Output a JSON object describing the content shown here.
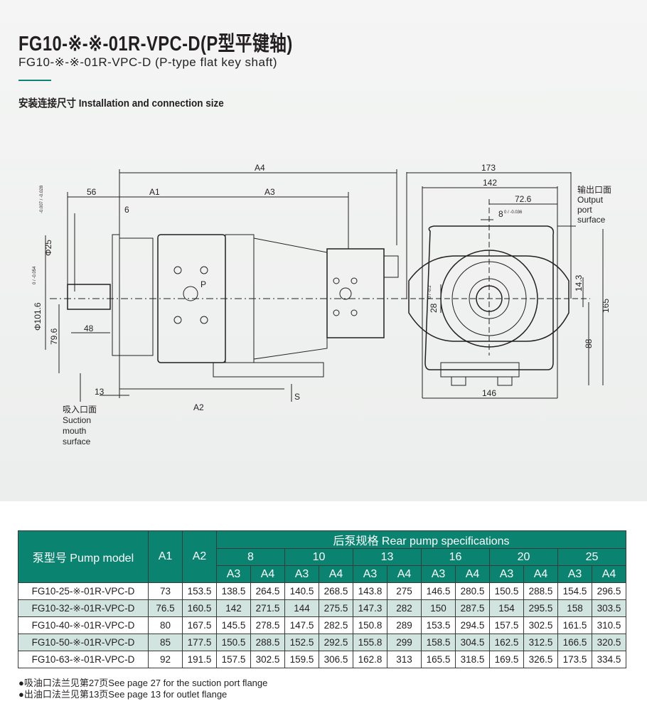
{
  "header": {
    "title": "FG10-※-※-01R-VPC-D(P型平键轴)",
    "subtitle": "FG10-※-※-01R-VPC-D (P-type flat key shaft)",
    "section": "安装连接尺寸 Installation and connection size"
  },
  "drawing": {
    "side": {
      "A4": "A4",
      "A1": "A1",
      "A3": "A3",
      "d56": "56",
      "d6": "6",
      "phi25": "Φ25",
      "phi25_tol": "-0.007 / -0.028",
      "phi101": "Φ101.6",
      "phi101_tol": "0 / -0.054",
      "d48": "48",
      "d79": "79.6",
      "d13": "13",
      "A2": "A2",
      "S": "S",
      "port_label": "P",
      "suction": [
        "吸入口面",
        "Suction",
        "mouth",
        "surface"
      ]
    },
    "front": {
      "d173": "173",
      "d142": "142",
      "d72": "72.6",
      "d8": "8",
      "d8_tol": "0 / -0.036",
      "d28": "28",
      "d28_tol": "0 / -0.2",
      "d14": "14.3",
      "d165": "165",
      "d88": "88",
      "d146": "146",
      "output": [
        "输出口面",
        "Output",
        "port",
        "surface"
      ]
    }
  },
  "table": {
    "model_header": "泵型号 Pump model",
    "a1": "A1",
    "a2": "A2",
    "rear": "后泵规格 Rear pump specifications",
    "sizes": [
      "8",
      "10",
      "13",
      "16",
      "20",
      "25"
    ],
    "a3": "A3",
    "a4": "A4",
    "rows": [
      [
        "FG10-25-※-01R-VPC-D",
        "73",
        "153.5",
        "138.5",
        "264.5",
        "140.5",
        "268.5",
        "143.8",
        "275",
        "146.5",
        "280.5",
        "150.5",
        "288.5",
        "154.5",
        "296.5"
      ],
      [
        "FG10-32-※-01R-VPC-D",
        "76.5",
        "160.5",
        "142",
        "271.5",
        "144",
        "275.5",
        "147.3",
        "282",
        "150",
        "287.5",
        "154",
        "295.5",
        "158",
        "303.5"
      ],
      [
        "FG10-40-※-01R-VPC-D",
        "80",
        "167.5",
        "145.5",
        "278.5",
        "147.5",
        "282.5",
        "150.8",
        "289",
        "153.5",
        "294.5",
        "157.5",
        "302.5",
        "161.5",
        "310.5"
      ],
      [
        "FG10-50-※-01R-VPC-D",
        "85",
        "177.5",
        "150.5",
        "288.5",
        "152.5",
        "292.5",
        "155.8",
        "299",
        "158.5",
        "304.5",
        "162.5",
        "312.5",
        "166.5",
        "320.5"
      ],
      [
        "FG10-63-※-01R-VPC-D",
        "92",
        "191.5",
        "157.5",
        "302.5",
        "159.5",
        "306.5",
        "162.8",
        "313",
        "165.5",
        "318.5",
        "169.5",
        "326.5",
        "173.5",
        "334.5"
      ]
    ]
  },
  "notes": [
    "●吸油口法兰见第27页See page 27 for the suction port flange",
    "●出油口法兰见第13页See page 13 for outlet flange"
  ],
  "colors": {
    "accent": "#0a8471",
    "alt_row": "#d2e4df"
  }
}
